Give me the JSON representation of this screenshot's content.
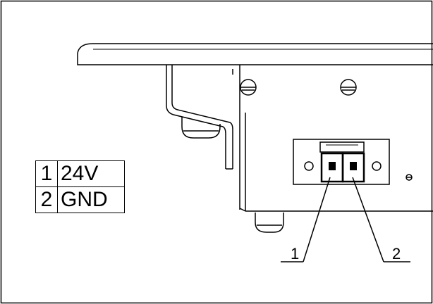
{
  "pin_table": {
    "rows": [
      {
        "pin": "1",
        "signal": "24V"
      },
      {
        "pin": "2",
        "signal": "GND"
      }
    ]
  },
  "callouts": {
    "pin1_label": "1",
    "pin2_label": "2"
  }
}
